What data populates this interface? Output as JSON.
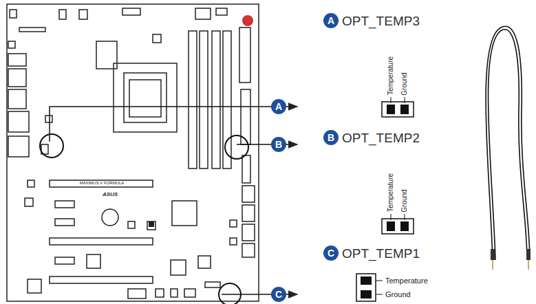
{
  "diagram": {
    "labels": [
      "A",
      "B",
      "C",
      "A",
      "OPT_TEMP3",
      "Temperature",
      "Ground",
      "B",
      "OPT_TEMP2",
      "Temperature",
      "Ground",
      "C",
      "OPT_TEMP1",
      "Temperature",
      "Ground",
      "MAXIMUS V FORMULA",
      "ASUS"
    ]
  }
}
